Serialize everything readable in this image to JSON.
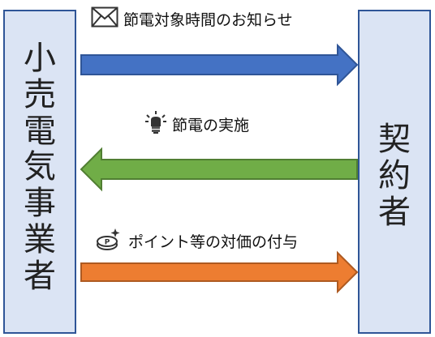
{
  "parties": {
    "left": {
      "chars": [
        "小",
        "売",
        "電",
        "気",
        "事",
        "業",
        "者"
      ]
    },
    "right": {
      "chars": [
        "契",
        "約",
        "者"
      ]
    }
  },
  "flows": [
    {
      "label": "節電対象時間のお知らせ",
      "direction": "left-to-right",
      "color": "#4472c4",
      "icon": "envelope-icon"
    },
    {
      "label": "節電の実施",
      "direction": "right-to-left",
      "color": "#70ad47",
      "icon": "lightbulb-icon"
    },
    {
      "label": "ポイント等の対価の付与",
      "direction": "left-to-right",
      "color": "#ed7d31",
      "icon": "point-coin-icon"
    }
  ]
}
